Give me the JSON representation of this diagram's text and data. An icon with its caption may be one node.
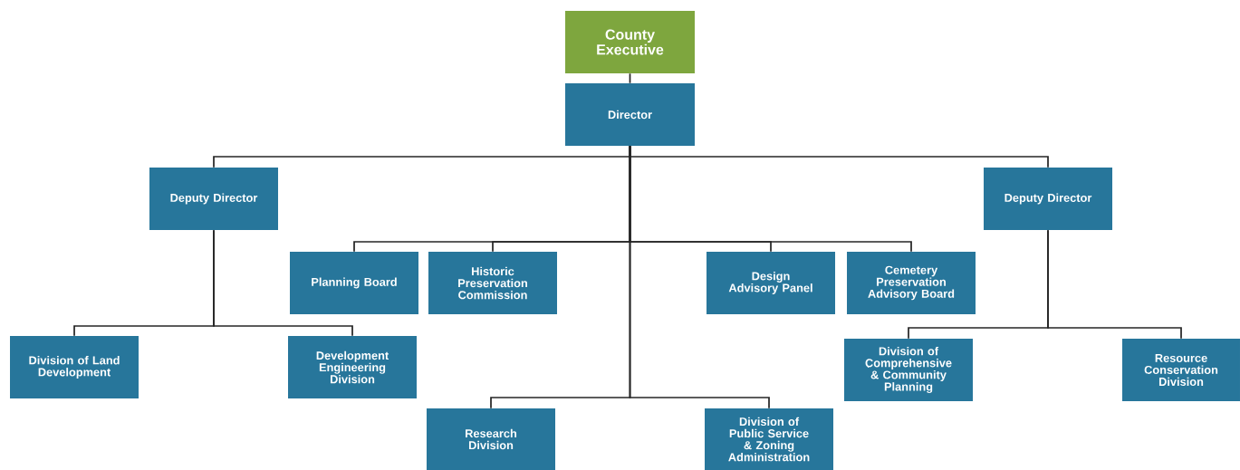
{
  "diagram": {
    "nodes": [
      {
        "text": [
          "County Executive"
        ]
      },
      {
        "text": [
          "Director"
        ]
      },
      {
        "text": [
          "Deputy Director"
        ]
      },
      {
        "text": [
          "Deputy Director"
        ]
      },
      {
        "text": [
          "Planning Board"
        ]
      },
      {
        "text": [
          "Historic Preservation Commission"
        ]
      },
      {
        "text": [
          "Design Advisory Panel"
        ]
      },
      {
        "text": [
          "Cemetery Preservation Advisory Board"
        ]
      },
      {
        "text": [
          "Division of Land Development"
        ]
      },
      {
        "text": [
          "Development Engineering Division"
        ]
      },
      {
        "text": [
          "Division of Comprehensive & Community Planning"
        ]
      },
      {
        "text": [
          "Resource Conservation Division"
        ]
      },
      {
        "text": [
          "Research Division"
        ]
      },
      {
        "text": [
          "Division of Public Service & Zoning Administration"
        ]
      }
    ],
    "edges": [
      {
        "from": 0,
        "to": 1,
        "arrow": "none"
      },
      {
        "from": 1,
        "to": 2,
        "arrow": "none"
      },
      {
        "from": 1,
        "to": 3,
        "arrow": "none"
      },
      {
        "from": 1,
        "to": 4,
        "arrow": "none"
      },
      {
        "from": 1,
        "to": 5,
        "arrow": "none"
      },
      {
        "from": 1,
        "to": 6,
        "arrow": "none"
      },
      {
        "from": 1,
        "to": 7,
        "arrow": "none"
      },
      {
        "from": 1,
        "to": 12,
        "arrow": "none"
      },
      {
        "from": 1,
        "to": 13,
        "arrow": "none"
      },
      {
        "from": 2,
        "to": 8,
        "arrow": "none"
      },
      {
        "from": 2,
        "to": 9,
        "arrow": "none"
      },
      {
        "from": 3,
        "to": 10,
        "arrow": "none"
      },
      {
        "from": 3,
        "to": 11,
        "arrow": "none"
      }
    ]
  }
}
